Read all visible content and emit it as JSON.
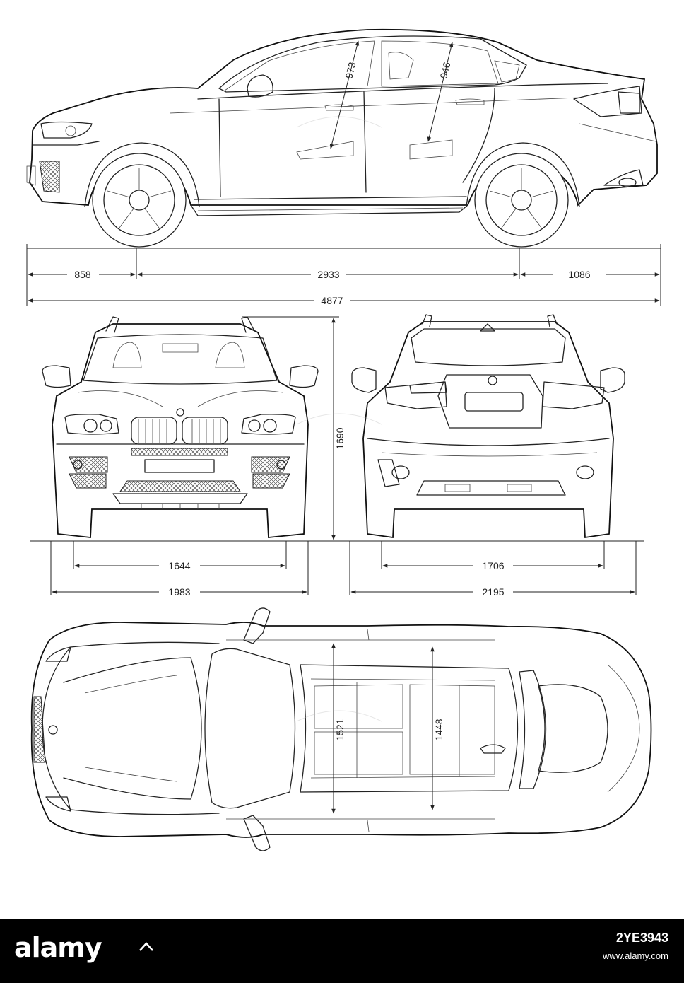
{
  "dimensions": {
    "front_overhang": "858",
    "wheelbase": "2933",
    "rear_overhang": "1086",
    "overall_length": "4877",
    "overall_height": "1690",
    "front_track": "1644",
    "body_width": "1983",
    "rear_track": "1706",
    "width_with_mirrors": "2195",
    "front_headroom": "973",
    "rear_headroom": "946",
    "front_shoulder_width": "1521",
    "rear_shoulder_width": "1448"
  },
  "watermark": {
    "brand": "alamy",
    "image_id": "2YE3943",
    "site": "www.alamy.com"
  }
}
